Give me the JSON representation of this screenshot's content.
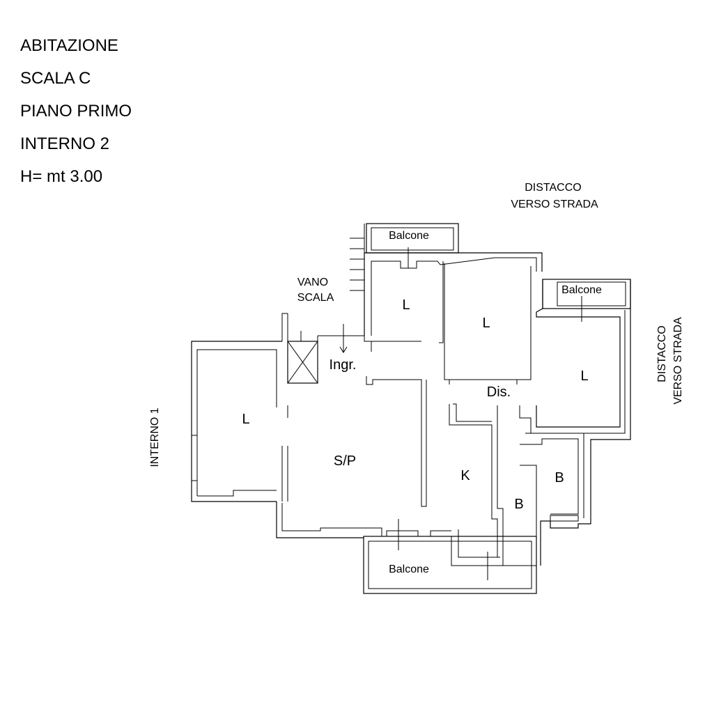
{
  "header": {
    "line1": "ABITAZIONE",
    "line2": "SCALA C",
    "line3": "PIANO PRIMO",
    "line4": "INTERNO 2",
    "line5": "H= mt 3.00"
  },
  "annotations": {
    "distacco_top_1": "DISTACCO",
    "distacco_top_2": "VERSO STRADA",
    "distacco_right_1": "DISTACCO",
    "distacco_right_2": "VERSO STRADA",
    "interno_left": "INTERNO 1",
    "vano_1": "VANO",
    "vano_2": "SCALA"
  },
  "rooms": {
    "balcone_top": "Balcone",
    "balcone_right": "Balcone",
    "balcone_bottom": "Balcone",
    "l_top_small": "L",
    "l_top_big": "L",
    "l_right": "L",
    "l_left": "L",
    "ingresso": "Ingr.",
    "disimpegno": "Dis.",
    "soggiorno": "S/P",
    "cucina": "K",
    "bagno_1": "B",
    "bagno_2": "B"
  }
}
